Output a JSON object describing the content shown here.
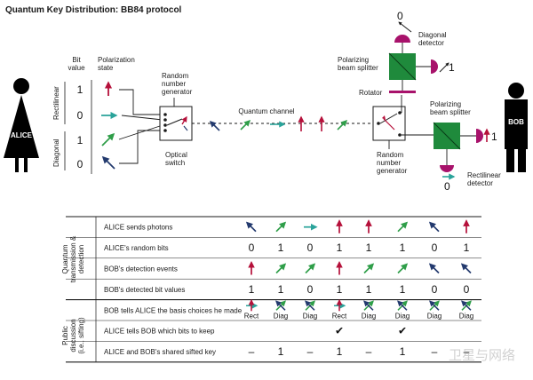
{
  "title": "Quantum Key Distribution: BB84 protocol",
  "alice": "ALICE",
  "bob": "BOB",
  "encoding": {
    "bit_value_label": "Bit value",
    "polarization_label": "Polarization state",
    "rectilinear": "Rectilinear",
    "diagonal": "Diagonal",
    "bits": [
      "1",
      "0",
      "1",
      "0"
    ]
  },
  "components": {
    "rng_alice": "Random number generator",
    "optical_switch": "Optical switch",
    "quantum_channel": "Quantum channel",
    "rotator": "Rotator",
    "rng_bob": "Random number generator",
    "pbs_top": "Polarizing beam splitter",
    "pbs_right": "Polarizing beam splitter",
    "diagonal_detector": "Diagonal detector",
    "rectilinear_detector": "Rectilinear detector",
    "det_diag_top": "0",
    "det_diag_right": "1",
    "det_rect_right": "1",
    "det_rect_bottom": "0"
  },
  "table": {
    "sections": [
      "Quantum transmission & detection",
      "Public discussion (i.e., sifting)"
    ],
    "rows": [
      {
        "label": "ALICE sends photons",
        "kind": "arrows",
        "cells": [
          "nw",
          "ne",
          "e",
          "n",
          "n",
          "ne",
          "nw",
          "n"
        ]
      },
      {
        "label": "ALICE's random bits",
        "kind": "text",
        "cells": [
          "0",
          "1",
          "0",
          "1",
          "1",
          "1",
          "0",
          "1"
        ]
      },
      {
        "label": "BOB's detection events",
        "kind": "arrows",
        "cells": [
          "n",
          "ne",
          "ne",
          "n",
          "ne",
          "ne",
          "nw",
          "nw"
        ]
      },
      {
        "label": "BOB's detected bit values",
        "kind": "text",
        "cells": [
          "1",
          "1",
          "0",
          "1",
          "1",
          "1",
          "0",
          "0"
        ]
      },
      {
        "label": "BOB tells ALICE the basis choices he made",
        "kind": "basis",
        "cells": [
          "Rect",
          "Diag",
          "Diag",
          "Rect",
          "Diag",
          "Diag",
          "Diag",
          "Diag"
        ]
      },
      {
        "label": "ALICE tells BOB which bits to keep",
        "kind": "text",
        "cells": [
          "",
          "",
          "",
          "✔",
          "",
          "✔",
          "",
          ""
        ]
      },
      {
        "label": "ALICE and BOB's shared sifted key",
        "kind": "text",
        "cells": [
          "–",
          "1",
          "–",
          "1",
          "–",
          "1",
          "–",
          "–"
        ]
      }
    ]
  },
  "watermark": "卫星与网络",
  "colors": {
    "arrow_red": "#b5103a",
    "arrow_teal": "#2aa39a",
    "arrow_green": "#2f9e49",
    "arrow_navy": "#233a6e",
    "pbs_green": "#1f8a3c",
    "detector": "#a8126b",
    "rotator": "#a8126b"
  }
}
